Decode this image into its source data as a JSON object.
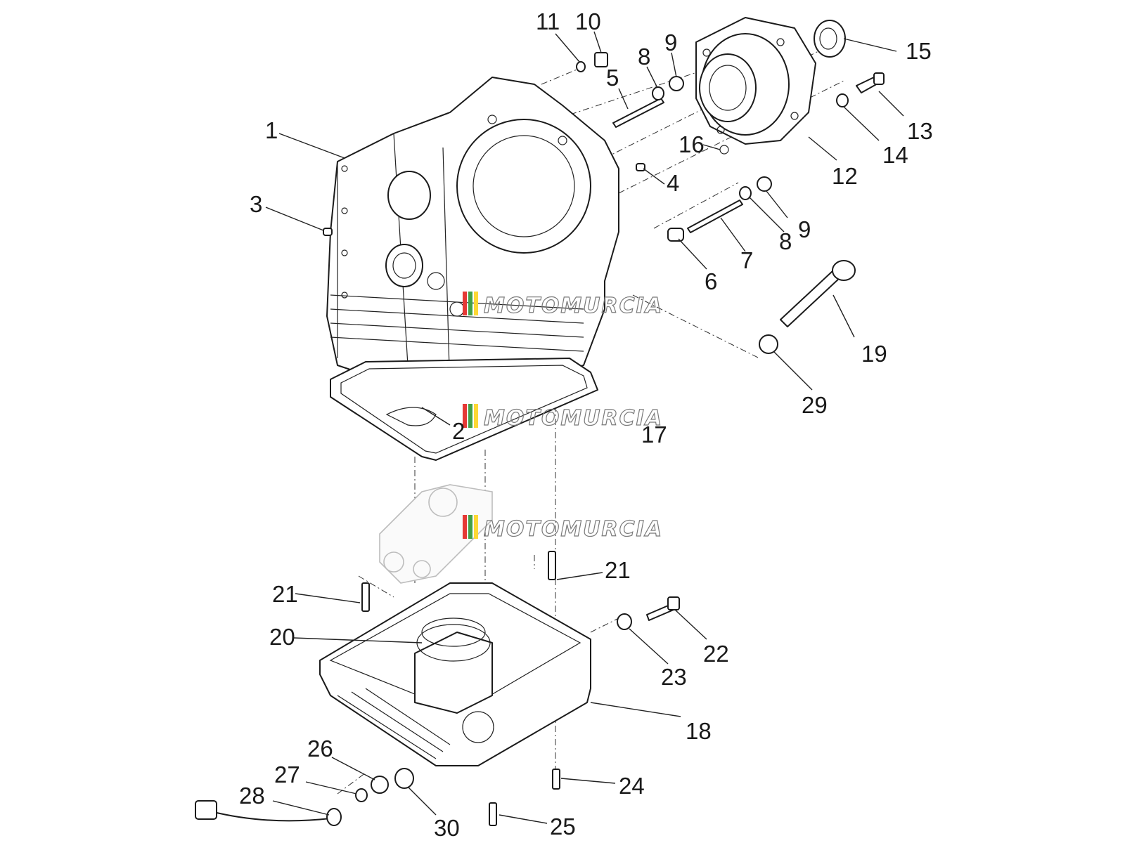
{
  "diagram": {
    "labels": [
      "1",
      "2",
      "3",
      "4",
      "5",
      "6",
      "7",
      "8",
      "8",
      "9",
      "9",
      "10",
      "11",
      "12",
      "13",
      "14",
      "15",
      "16",
      "17",
      "18",
      "19",
      "20",
      "21",
      "21",
      "22",
      "23",
      "24",
      "25",
      "26",
      "27",
      "28",
      "29",
      "30"
    ]
  },
  "watermark": {
    "text": "MOTOMURCIA",
    "colors": [
      "#e53935",
      "#43a047",
      "#fdd835"
    ]
  }
}
